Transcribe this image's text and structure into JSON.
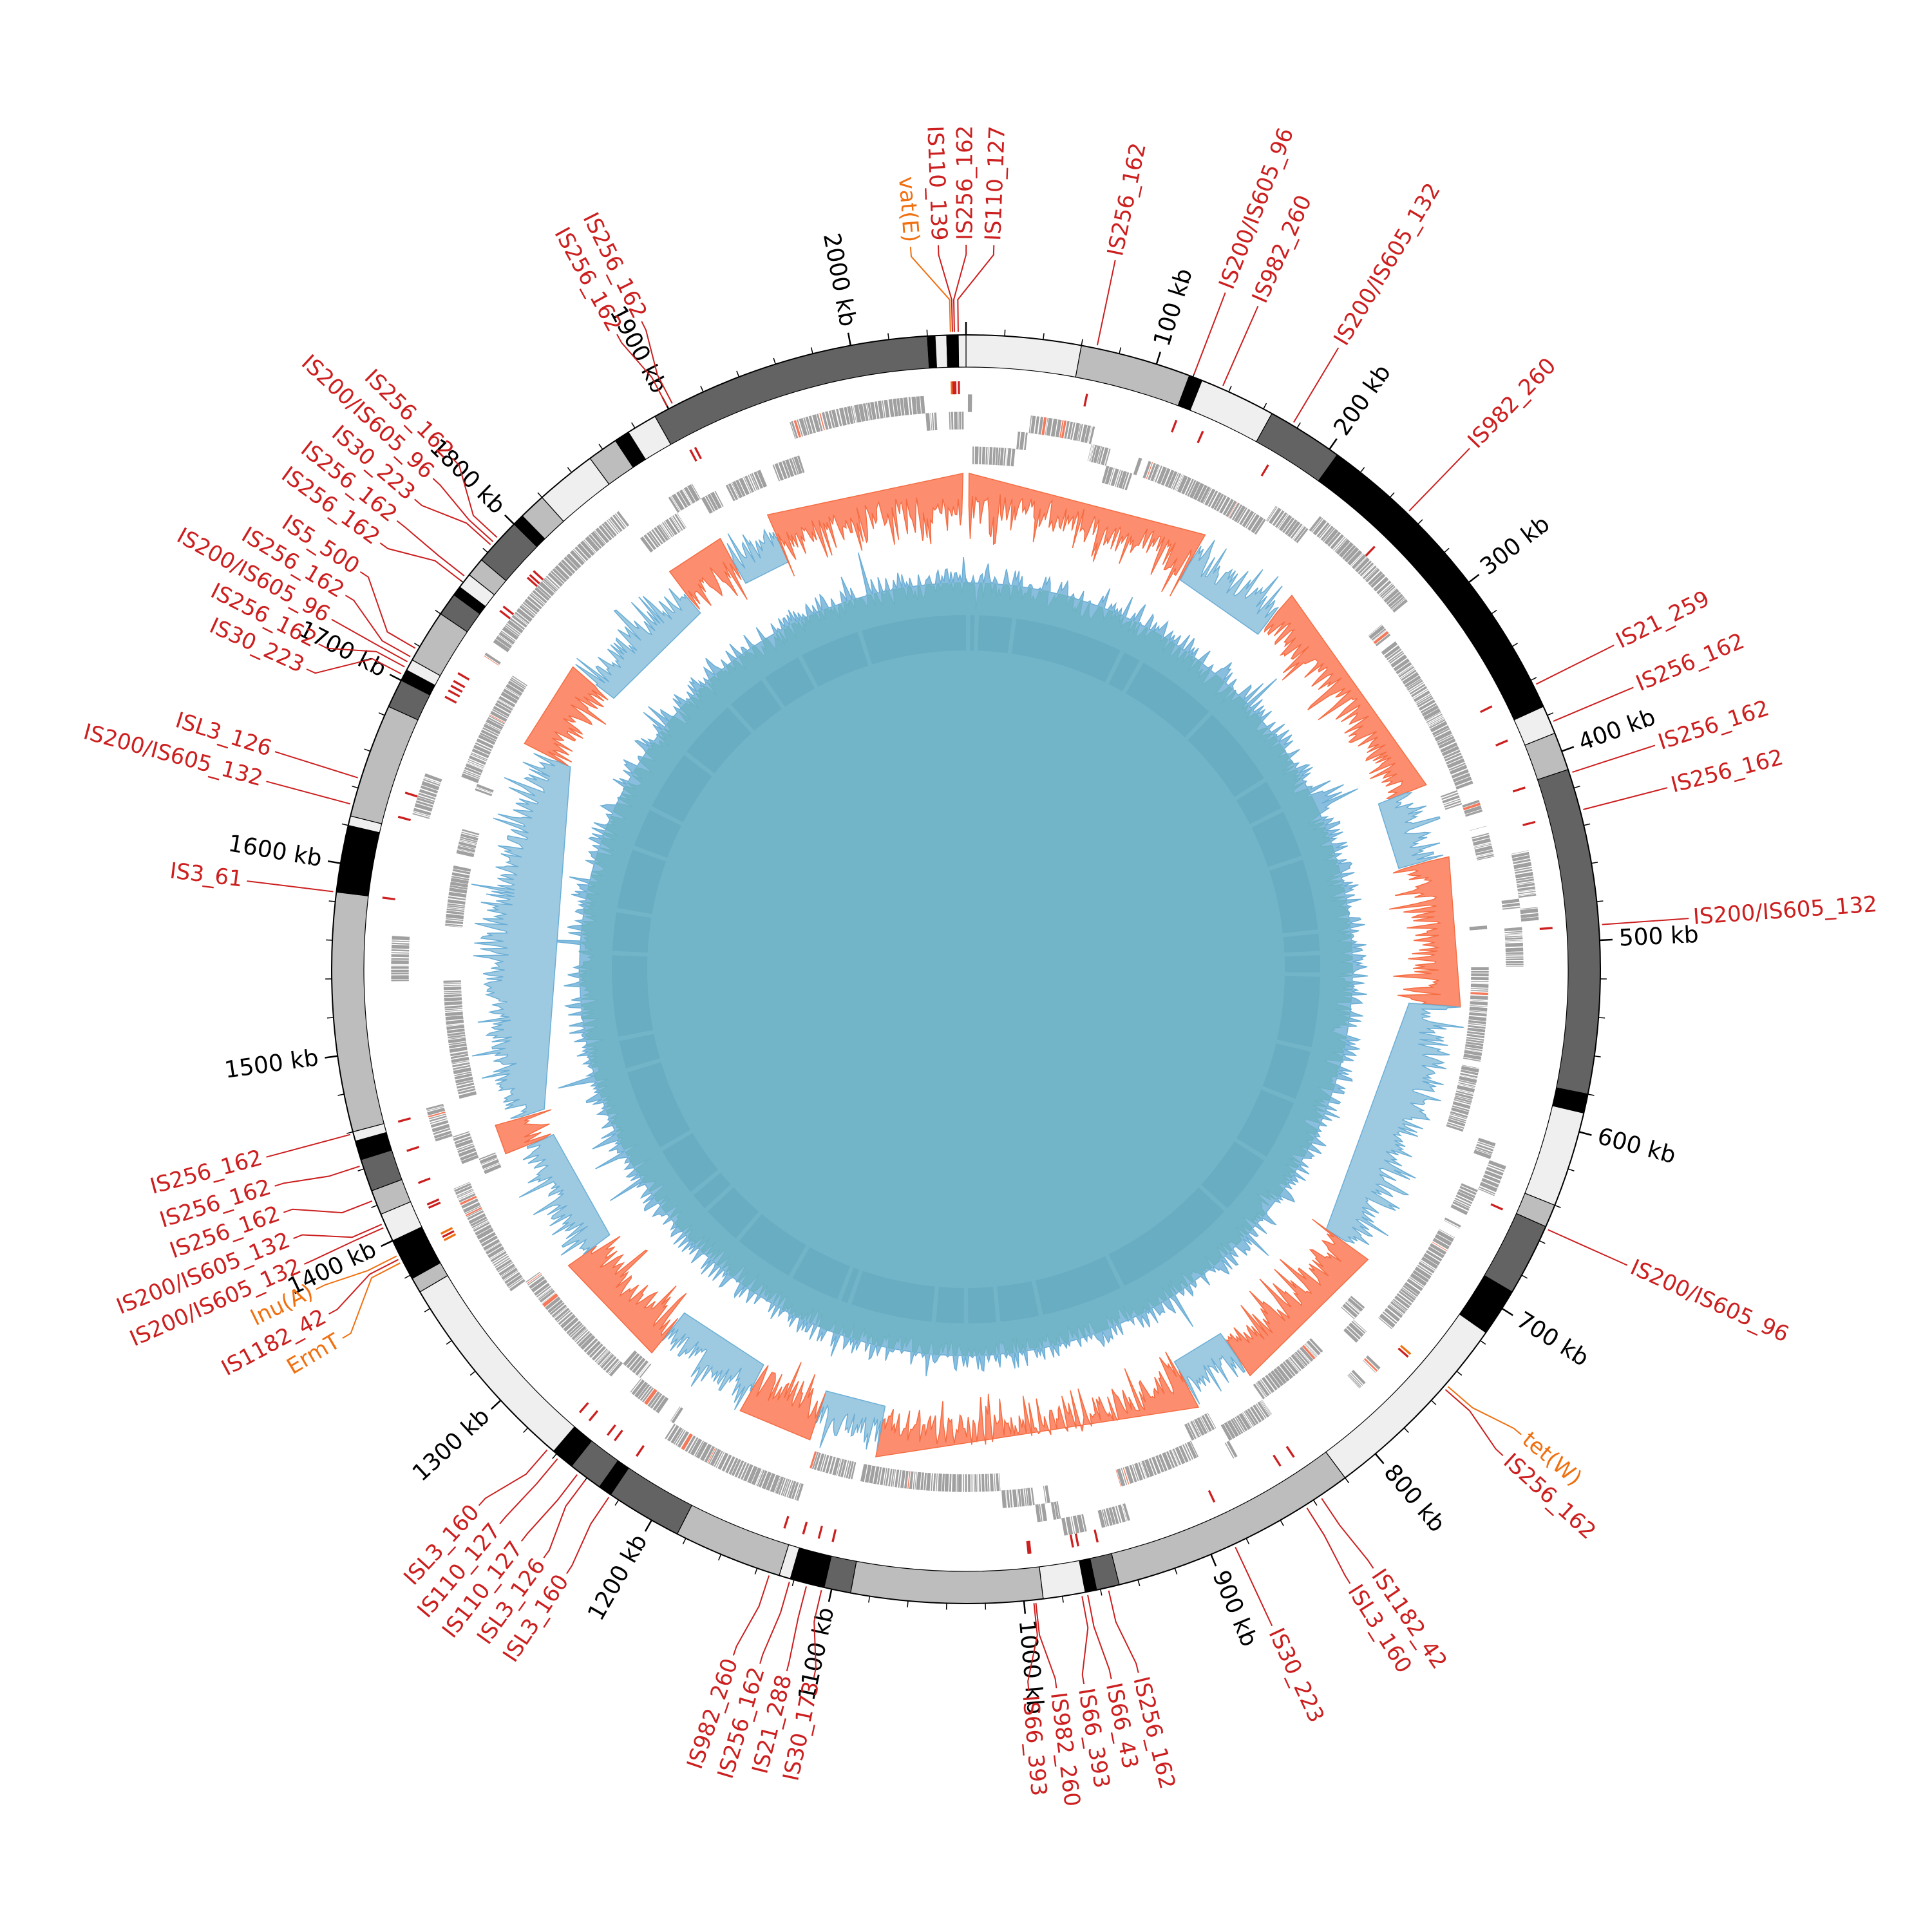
{
  "genome": {
    "total_kb": 2060,
    "tick_major_kb": 100,
    "tick_minor_kb": 20
  },
  "colors": {
    "shade_light": "#efefef",
    "shade_mid": "#bdbdbd",
    "shade_dark": "#636363",
    "shade_black": "#000000",
    "is_element": "#cc1f1f",
    "resistance_gene": "#f07010",
    "gene": "#a0a0a0",
    "gene_highlight": "#f4795b",
    "skew_positive": "#fc8d6f",
    "skew_negative": "#9ecae1",
    "gc_high": "#6baed6",
    "gc_low": "#74c476",
    "blocks": "#0b3d7e"
  },
  "tick_labels": [
    "100 kb",
    "200 kb",
    "300 kb",
    "400 kb",
    "500 kb",
    "600 kb",
    "700 kb",
    "800 kb",
    "900 kb",
    "1000 kb",
    "1100 kb",
    "1200 kb",
    "1300 kb",
    "1400 kb",
    "1500 kb",
    "1600 kb",
    "1700 kb",
    "1800 kb",
    "1900 kb",
    "2000 kb"
  ],
  "contigs": [
    [
      0,
      60,
      "light"
    ],
    [
      60,
      118,
      "mid"
    ],
    [
      118,
      125,
      "black"
    ],
    [
      125,
      165,
      "light"
    ],
    [
      165,
      205,
      "dark"
    ],
    [
      205,
      375,
      "black"
    ],
    [
      375,
      390,
      "light"
    ],
    [
      390,
      410,
      "mid"
    ],
    [
      410,
      580,
      "dark"
    ],
    [
      580,
      590,
      "black"
    ],
    [
      590,
      640,
      "light"
    ],
    [
      640,
      652,
      "mid"
    ],
    [
      652,
      690,
      "dark"
    ],
    [
      690,
      715,
      "black"
    ],
    [
      715,
      820,
      "light"
    ],
    [
      820,
      950,
      "mid"
    ],
    [
      950,
      962,
      "dark"
    ],
    [
      962,
      968,
      "black"
    ],
    [
      968,
      990,
      "light"
    ],
    [
      990,
      1090,
      "mid"
    ],
    [
      1090,
      1104,
      "dark"
    ],
    [
      1104,
      1122,
      "black"
    ],
    [
      1122,
      1128,
      "light"
    ],
    [
      1128,
      1185,
      "mid"
    ],
    [
      1185,
      1225,
      "dark"
    ],
    [
      1225,
      1232,
      "black"
    ],
    [
      1232,
      1250,
      "dark"
    ],
    [
      1250,
      1262,
      "black"
    ],
    [
      1262,
      1370,
      "light"
    ],
    [
      1370,
      1378,
      "mid"
    ],
    [
      1378,
      1400,
      "black"
    ],
    [
      1400,
      1415,
      "light"
    ],
    [
      1415,
      1428,
      "mid"
    ],
    [
      1428,
      1445,
      "dark"
    ],
    [
      1445,
      1455,
      "black"
    ],
    [
      1455,
      1460,
      "light"
    ],
    [
      1460,
      1585,
      "mid"
    ],
    [
      1585,
      1620,
      "black"
    ],
    [
      1620,
      1625,
      "light"
    ],
    [
      1625,
      1685,
      "mid"
    ],
    [
      1685,
      1700,
      "dark"
    ],
    [
      1700,
      1706,
      "black"
    ],
    [
      1706,
      1712,
      "light"
    ],
    [
      1712,
      1740,
      "mid"
    ],
    [
      1740,
      1752,
      "dark"
    ],
    [
      1752,
      1757,
      "black"
    ],
    [
      1757,
      1765,
      "light"
    ],
    [
      1765,
      1775,
      "mid"
    ],
    [
      1775,
      1800,
      "dark"
    ],
    [
      1800,
      1806,
      "black"
    ],
    [
      1806,
      1820,
      "mid"
    ],
    [
      1820,
      1852,
      "light"
    ],
    [
      1852,
      1868,
      "mid"
    ],
    [
      1868,
      1876,
      "black"
    ],
    [
      1876,
      1892,
      "light"
    ],
    [
      1892,
      2040,
      "dark"
    ],
    [
      2040,
      2044,
      "black"
    ],
    [
      2044,
      2050,
      "light"
    ],
    [
      2050,
      2056,
      "black"
    ],
    [
      2056,
      2060,
      "light"
    ]
  ],
  "gc_skew_regions": [
    [
      2,
      165,
      "+"
    ],
    [
      165,
      235,
      "-"
    ],
    [
      235,
      390,
      "+"
    ],
    [
      390,
      440,
      "-"
    ],
    [
      440,
      540,
      "+"
    ],
    [
      540,
      720,
      "-"
    ],
    [
      720,
      830,
      "+"
    ],
    [
      830,
      870,
      "-"
    ],
    [
      870,
      1090,
      "+"
    ],
    [
      1090,
      1135,
      "-"
    ],
    [
      1135,
      1185,
      "+"
    ],
    [
      1185,
      1255,
      "-"
    ],
    [
      1255,
      1335,
      "+"
    ],
    [
      1335,
      1420,
      "-"
    ],
    [
      1420,
      1440,
      "+"
    ],
    [
      1440,
      1700,
      "-"
    ],
    [
      1700,
      1760,
      "+"
    ],
    [
      1760,
      1850,
      "-"
    ],
    [
      1850,
      1890,
      "+"
    ],
    [
      1890,
      1925,
      "-"
    ],
    [
      1925,
      2058,
      "+"
    ]
  ],
  "block_gaps_kb": [
    2,
    10,
    45,
    150,
    170,
    250,
    330,
    362,
    410,
    480,
    500,
    520,
    590,
    640,
    700,
    760,
    880,
    960,
    1000,
    1030,
    1060,
    1140,
    1150,
    1200,
    1260,
    1300,
    1320,
    1370,
    1450,
    1480,
    1560,
    1600,
    1660,
    1700,
    1760,
    1820,
    1860,
    1900,
    1960
  ],
  "features": [
    {
      "label": "vat(E)",
      "kb": 2052,
      "type": "resistance"
    },
    {
      "label": "IS110_139",
      "kb": 2053,
      "type": "is"
    },
    {
      "label": "IS256_162",
      "kb": 2054,
      "type": "is"
    },
    {
      "label": "IS110_127",
      "kb": 2056,
      "type": "is"
    },
    {
      "label": "IS256_162",
      "kb": 68,
      "type": "is"
    },
    {
      "label": "IS200/IS605_96",
      "kb": 120,
      "type": "is"
    },
    {
      "label": "IS982_260",
      "kb": 136,
      "type": "is"
    },
    {
      "label": "IS200/IS605_132",
      "kb": 177,
      "type": "is"
    },
    {
      "label": "IS982_260",
      "kb": 252,
      "type": "is"
    },
    {
      "label": "IS21_259",
      "kb": 363,
      "type": "is"
    },
    {
      "label": "IS256_162",
      "kb": 384,
      "type": "is"
    },
    {
      "label": "IS256_162",
      "kb": 412,
      "type": "is"
    },
    {
      "label": "IS256_162",
      "kb": 432,
      "type": "is"
    },
    {
      "label": "IS200/IS605_132",
      "kb": 492,
      "type": "is"
    },
    {
      "label": "IS200/IS605_96",
      "kb": 653,
      "type": "is"
    },
    {
      "label": "tet(W)",
      "kb": 749,
      "type": "resistance"
    },
    {
      "label": "IS256_162",
      "kb": 751,
      "type": "is"
    },
    {
      "label": "IS1182_42",
      "kb": 836,
      "type": "is"
    },
    {
      "label": "ISL3_160",
      "kb": 845,
      "type": "is"
    },
    {
      "label": "IS30_223",
      "kb": 887,
      "type": "is"
    },
    {
      "label": "IS256_162",
      "kb": 956,
      "type": "is"
    },
    {
      "label": "IS66_43",
      "kb": 967,
      "type": "is"
    },
    {
      "label": "IS66_393",
      "kb": 970,
      "type": "is"
    },
    {
      "label": "IS982_260",
      "kb": 994,
      "type": "is"
    },
    {
      "label": "IS66_393",
      "kb": 995,
      "type": "is"
    },
    {
      "label": "IS30_173",
      "kb": 1105,
      "type": "is"
    },
    {
      "label": "IS21_288",
      "kb": 1113,
      "type": "is"
    },
    {
      "label": "IS256_162",
      "kb": 1122,
      "type": "is"
    },
    {
      "label": "IS982_260",
      "kb": 1133,
      "type": "is"
    },
    {
      "label": "ISL3_160",
      "kb": 1225,
      "type": "is"
    },
    {
      "label": "ISL3_126",
      "kb": 1240,
      "type": "is"
    },
    {
      "label": "IS110_127",
      "kb": 1245,
      "type": "is"
    },
    {
      "label": "IS110_127",
      "kb": 1258,
      "type": "is"
    },
    {
      "label": "ISL3_160",
      "kb": 1265,
      "type": "is"
    },
    {
      "label": "ErmT",
      "kb": 1388,
      "type": "resistance"
    },
    {
      "label": "IS1182_42",
      "kb": 1390,
      "type": "is"
    },
    {
      "label": "lnu(A)",
      "kb": 1392,
      "type": "resistance"
    },
    {
      "label": "IS200/IS605_132",
      "kb": 1408,
      "type": "is"
    },
    {
      "label": "IS200/IS605_132",
      "kb": 1410,
      "type": "is"
    },
    {
      "label": "IS256_162",
      "kb": 1423,
      "type": "is"
    },
    {
      "label": "IS256_162",
      "kb": 1442,
      "type": "is"
    },
    {
      "label": "IS256_162",
      "kb": 1459,
      "type": "is"
    },
    {
      "label": "IS3_61",
      "kb": 1585,
      "type": "is"
    },
    {
      "label": "IS200/IS605_132",
      "kb": 1631,
      "type": "is"
    },
    {
      "label": "ISL3_126",
      "kb": 1645,
      "type": "is"
    },
    {
      "label": "IS30_223",
      "kb": 1703,
      "type": "is"
    },
    {
      "label": "IS256_162",
      "kb": 1707,
      "type": "is"
    },
    {
      "label": "IS200/IS605_96",
      "kb": 1710,
      "type": "is"
    },
    {
      "label": "IS256_162",
      "kb": 1713,
      "type": "is"
    },
    {
      "label": "IS5_500",
      "kb": 1718,
      "type": "is"
    },
    {
      "label": "IS256_162",
      "kb": 1760,
      "type": "is"
    },
    {
      "label": "IS256_162",
      "kb": 1763,
      "type": "is"
    },
    {
      "label": "IS30_223",
      "kb": 1784,
      "type": "is"
    },
    {
      "label": "IS200/IS605_96",
      "kb": 1786,
      "type": "is"
    },
    {
      "label": "IS256_162",
      "kb": 1789,
      "type": "is"
    },
    {
      "label": "IS256_162",
      "kb": 1900,
      "type": "is"
    },
    {
      "label": "IS256_162",
      "kb": 1903,
      "type": "is"
    }
  ]
}
